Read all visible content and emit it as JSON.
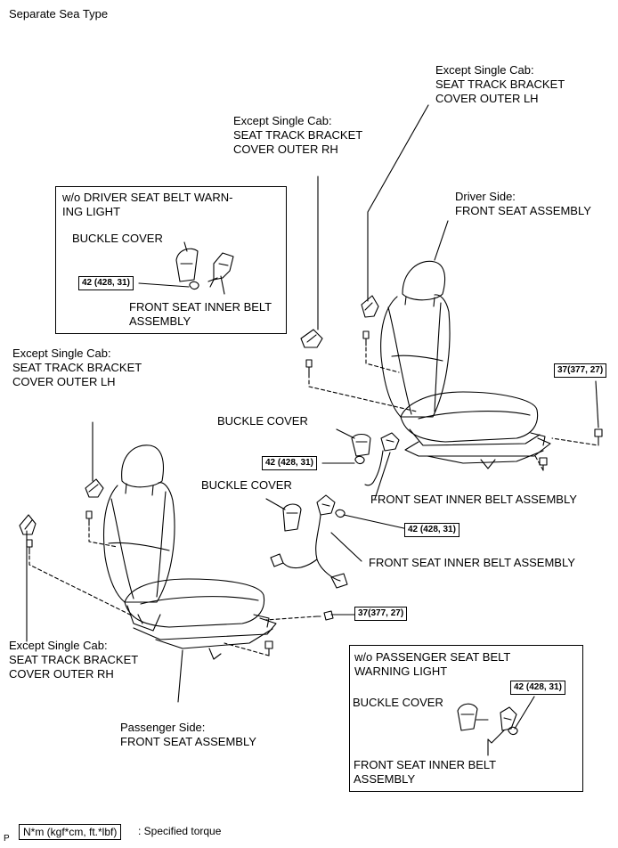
{
  "header": {
    "title": "Separate Sea Type"
  },
  "labels": {
    "rh_bracket_top": "Except Single Cab:\nSEAT TRACK BRACKET\nCOVER OUTER RH",
    "lh_bracket_top": "Except Single Cab:\nSEAT TRACK BRACKET\nCOVER OUTER LH",
    "driver_side": "Driver Side:\nFRONT SEAT ASSEMBLY",
    "lh_bracket_left": "Except Single Cab:\nSEAT TRACK BRACKET\nCOVER OUTER LH",
    "buckle_cover_mid": "BUCKLE COVER",
    "buckle_cover_left": "BUCKLE COVER",
    "inner_belt_mid": "FRONT SEAT INNER BELT ASSEMBLY",
    "inner_belt_lower": "FRONT SEAT INNER BELT ASSEMBLY",
    "rh_bracket_bottom": "Except Single Cab:\nSEAT TRACK BRACKET\nCOVER OUTER RH",
    "passenger_side": "Passenger Side:\nFRONT SEAT ASSEMBLY"
  },
  "driver_inset": {
    "title": "w/o DRIVER SEAT BELT WARN-\nING LIGHT",
    "buckle_cover": "BUCKLE COVER",
    "inner_belt": "FRONT SEAT INNER BELT\nASSEMBLY",
    "torque": "42 (428, 31)"
  },
  "passenger_inset": {
    "title": "w/o PASSENGER SEAT BELT\nWARNING LIGHT",
    "buckle_cover": "BUCKLE COVER",
    "inner_belt": "FRONT SEAT INNER BELT\nASSEMBLY",
    "torque": "42 (428, 31)"
  },
  "torques": {
    "driver_rear": "37(377, 27)",
    "buckle_mid": "42 (428, 31)",
    "buckle_lower": "42 (428, 31)",
    "passenger_rear": "37(377, 27)"
  },
  "legend": {
    "unit": "N*m (kgf*cm, ft.*lbf)",
    "text": ": Specified torque",
    "corner_mark": "P"
  }
}
